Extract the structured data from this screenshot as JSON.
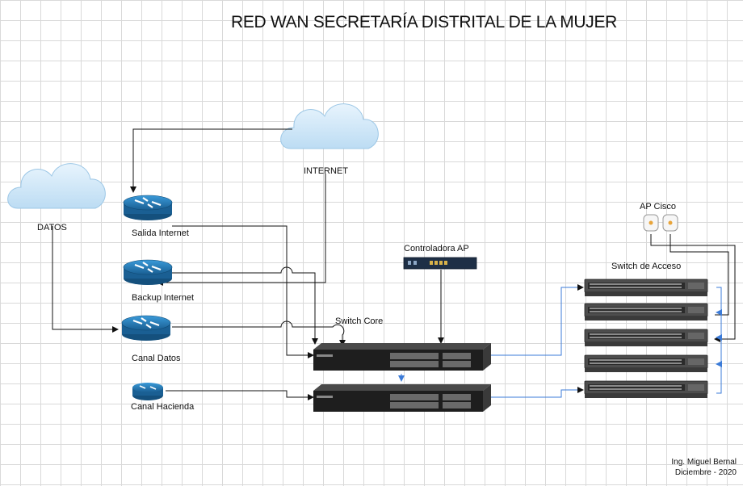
{
  "title": "RED WAN SECRETARÍA DISTRITAL DE LA MUJER",
  "clouds": {
    "internet": {
      "label": "INTERNET"
    },
    "datos": {
      "label": "DATOS"
    }
  },
  "routers": {
    "salida_internet": "Salida Internet",
    "backup_internet": "Backup Internet",
    "canal_datos": "Canal Datos",
    "canal_hacienda": "Canal Hacienda"
  },
  "devices": {
    "controladora_ap": "Controladora AP",
    "switch_core": "Switch Core",
    "ap_cisco": "AP Cisco",
    "switch_acceso": "Switch de Acceso"
  },
  "author": {
    "name": "Ing. Miguel Bernal",
    "date": "Diciembre - 2020"
  },
  "colors": {
    "router_blue": "#1f78b4",
    "link_black": "#111111",
    "link_blue": "#3b7bd8",
    "switch_dark": "#2a2a2a",
    "cloud": "#cfe6f7"
  }
}
